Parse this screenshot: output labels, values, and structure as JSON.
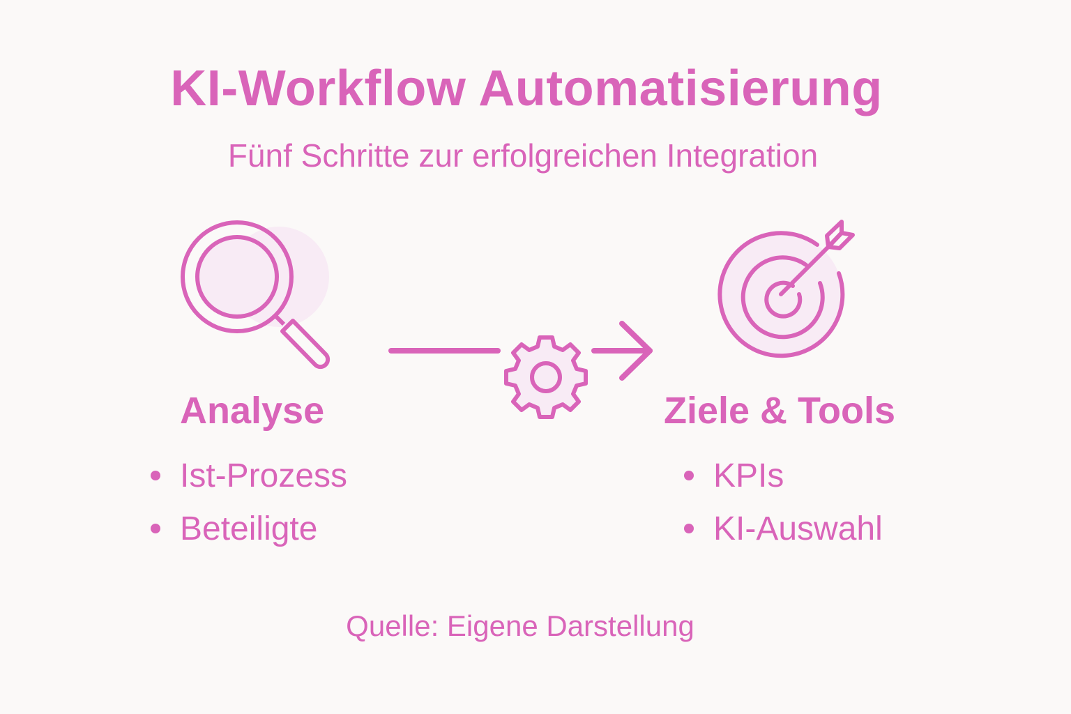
{
  "header": {
    "title": "KI-Workflow Automatisierung",
    "subtitle": "Fünf Schritte zur erfolgreichen Integration"
  },
  "colors": {
    "accent": "#d964b9",
    "accent_light": "#f8ebf5",
    "background": "#fbf9f8"
  },
  "steps": [
    {
      "icon": "magnifier-icon",
      "heading": "Analyse",
      "bullets": [
        "Ist-Prozess",
        "Beteiligte"
      ]
    },
    {
      "icon": "target-arrow-icon",
      "heading": "Ziele & Tools",
      "bullets": [
        "KPIs",
        "KI-Auswahl"
      ]
    }
  ],
  "connector": {
    "icon": "gear-icon",
    "arrow": "arrow-right-icon"
  },
  "footer": {
    "source": "Quelle: Eigene Darstellung"
  }
}
